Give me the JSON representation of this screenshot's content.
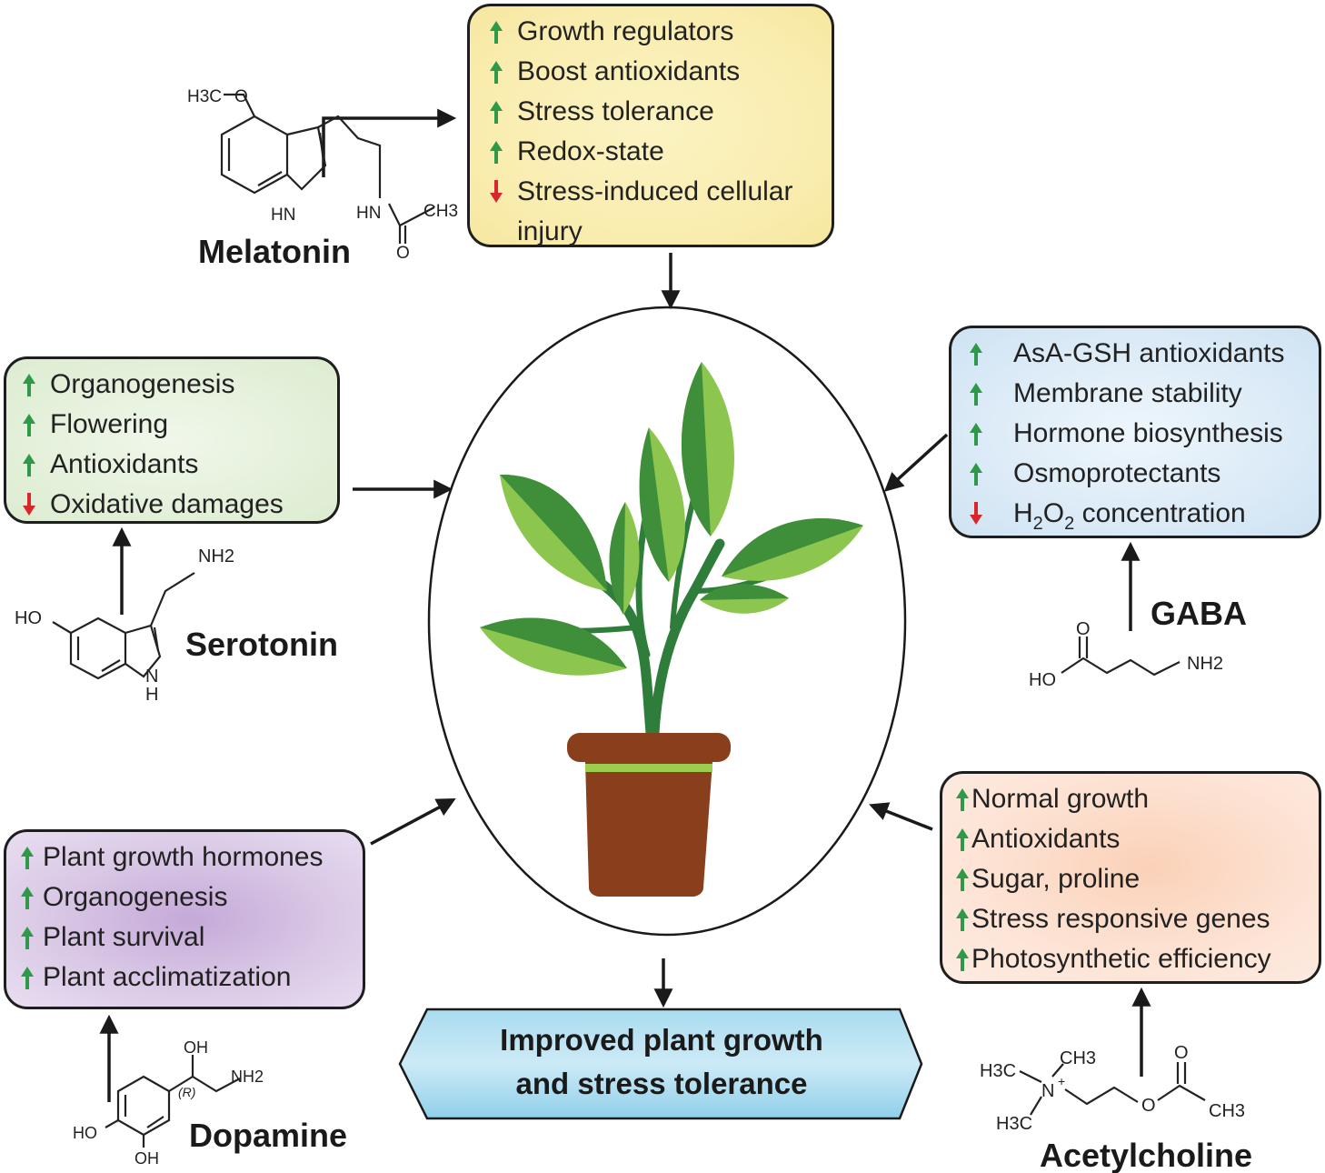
{
  "melatonin": {
    "name": "Melatonin",
    "effects": [
      {
        "dir": "up",
        "text": "Growth regulators"
      },
      {
        "dir": "up",
        "text": "Boost antioxidants"
      },
      {
        "dir": "up",
        "text": "Stress tolerance"
      },
      {
        "dir": "up",
        "text": "Redox-state"
      },
      {
        "dir": "down",
        "text": "Stress-induced cellular",
        "cont": "injury"
      }
    ],
    "atoms": {
      "h3c": "H3C",
      "o": "O",
      "hn": "HN",
      "hn2": "HN",
      "ch3": "CH3",
      "o2": "O"
    }
  },
  "serotonin": {
    "name": "Serotonin",
    "effects": [
      {
        "dir": "up",
        "text": "Organogenesis"
      },
      {
        "dir": "up",
        "text": "Flowering"
      },
      {
        "dir": "up",
        "text": "Antioxidants"
      },
      {
        "dir": "down",
        "text": "Oxidative damages"
      }
    ],
    "atoms": {
      "nh2": "NH2",
      "ho": "HO",
      "n": "N",
      "h": "H"
    }
  },
  "gaba": {
    "name": "GABA",
    "effects": [
      {
        "dir": "up",
        "text": "AsA-GSH antioxidants"
      },
      {
        "dir": "up",
        "text": "Membrane stability"
      },
      {
        "dir": "up",
        "text": "Hormone biosynthesis"
      },
      {
        "dir": "up",
        "text": "Osmoprotectants"
      },
      {
        "dir": "down",
        "text_pre": "H",
        "sub1": "2",
        "text_mid": "O",
        "sub2": "2",
        "text_post": " concentration"
      }
    ],
    "atoms": {
      "o": "O",
      "ho": "HO",
      "nh2": "NH2"
    }
  },
  "acetylcholine": {
    "name": "Acetylcholine",
    "effects": [
      {
        "dir": "up",
        "text": "Normal growth"
      },
      {
        "dir": "up",
        "text": "Antioxidants"
      },
      {
        "dir": "up",
        "text": "Sugar, proline"
      },
      {
        "dir": "up",
        "text": "Stress responsive genes"
      },
      {
        "dir": "up",
        "text": "Photosynthetic efficiency"
      }
    ],
    "atoms": {
      "h3c_a": "H3C",
      "ch3": "CH3",
      "n": "N",
      "plus": "+",
      "h3c_b": "H3C",
      "o": "O",
      "o2": "O",
      "ch3_b": "CH3"
    }
  },
  "dopamine": {
    "name": "Dopamine",
    "effects": [
      {
        "dir": "up",
        "text": "Plant growth hormones"
      },
      {
        "dir": "up",
        "text": "Organogenesis"
      },
      {
        "dir": "up",
        "text": "Plant survival"
      },
      {
        "dir": "up",
        "text": "Plant acclimatization"
      }
    ],
    "atoms": {
      "oh": "OH",
      "nh2": "NH2",
      "r": "(R)",
      "ho": "HO",
      "oh2": "OH"
    }
  },
  "outcome": {
    "line1": "Improved plant growth",
    "line2": "and stress tolerance"
  },
  "colors": {
    "up_arrow": "#2e9a48",
    "down_arrow": "#d9262b",
    "outcome_fill": "#9fd8ee",
    "pot": "#8a3f1c",
    "pot_band": "#9ccd4e",
    "leaf_dark": "#3f8f3a",
    "leaf_light": "#8cc64f",
    "stem": "#2f7d3a"
  }
}
